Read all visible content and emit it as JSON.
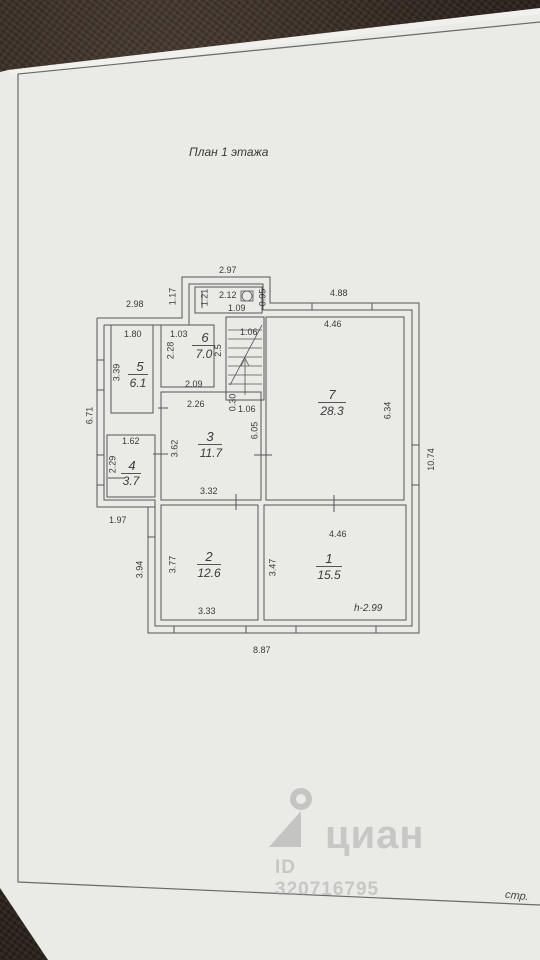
{
  "plan": {
    "title": "План 1 этажа",
    "overall_width": "8.87",
    "overall_height": "10.74",
    "left_height": "6.71",
    "top_left_width": "2.98",
    "top_mid_width": "2.97",
    "top_right_width": "4.88",
    "bay_depth": "1.17",
    "lower_left_height": "3.94",
    "lower_left_width": "1.97",
    "ceiling": "h-2.99"
  },
  "rooms": [
    {
      "number": "1",
      "area": "15.5"
    },
    {
      "number": "2",
      "area": "12.6"
    },
    {
      "number": "3",
      "area": "11.7"
    },
    {
      "number": "4",
      "area": "3.7"
    },
    {
      "number": "5",
      "area": "6.1"
    },
    {
      "number": "6",
      "area": "7.0"
    },
    {
      "number": "7",
      "area": "28.3"
    }
  ],
  "dims": {
    "r5_w": "1.80",
    "r5_h": "3.39",
    "r6_w": "1.03",
    "r6_h": "2.28",
    "r6_h2": "2.5",
    "r6_b": "2.09",
    "wc_w": "2.12",
    "wc_w2": "1.09",
    "wc_h": "1.21",
    "wc_h2": "0.95",
    "stair_w": "1.06",
    "stair_w2": "1.06",
    "stair_h": "0.30",
    "r3_top": "2.26",
    "r3_h": "3.62",
    "r3_w": "3.32",
    "r3_h2": "6.05",
    "r4_w": "1.62",
    "r4_h": "2.29",
    "r7_w": "4.46",
    "r7_h": "6.34",
    "r1_w": "4.46",
    "r1_h": "3.47",
    "r2_h": "3.77",
    "r2_w": "3.33"
  },
  "footer": {
    "brand": "циан",
    "listing_id": "ID 320716795",
    "page_label": "стр."
  }
}
